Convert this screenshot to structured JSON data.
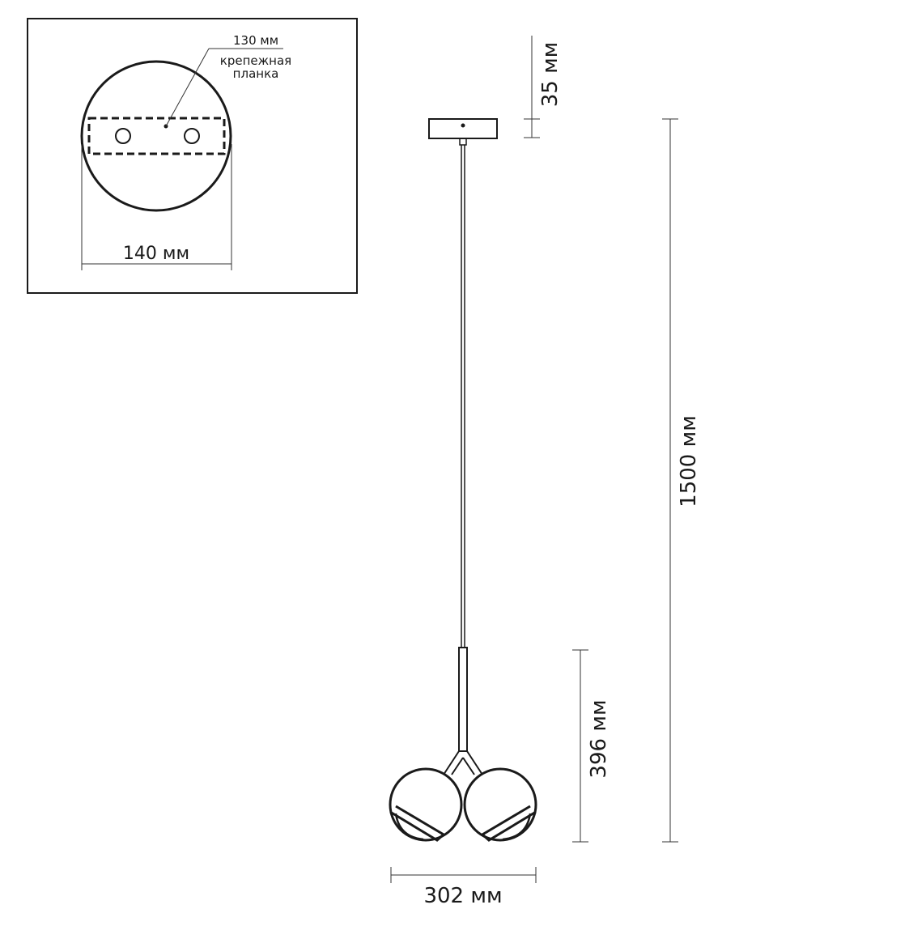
{
  "inset": {
    "plate_width_label": "130 мм",
    "plate_caption_line1": "крепежная",
    "plate_caption_line2": "планка",
    "canopy_diameter_label": "140 мм"
  },
  "dimensions": {
    "canopy_height_label": "35 мм",
    "total_height_label": "1500 мм",
    "fixture_height_label": "396 мм",
    "fixture_width_label": "302 мм"
  },
  "colors": {
    "line": "#1a1a1a",
    "dimension_line": "#333333"
  }
}
